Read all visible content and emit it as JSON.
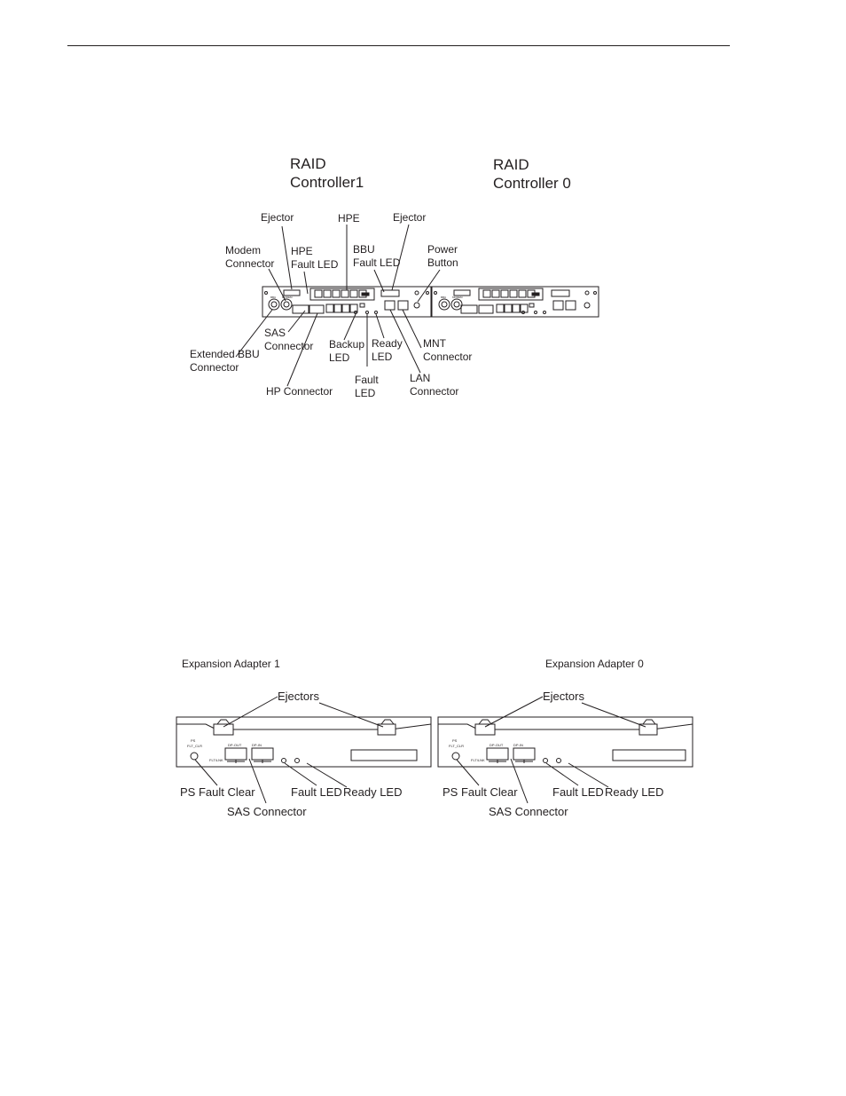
{
  "raid": {
    "controller1_title": "RAID\nController1",
    "controller0_title": "RAID\nController 0",
    "callouts": {
      "ejector_left": "Ejector",
      "hpe": "HPE",
      "ejector_right": "Ejector",
      "modem_connector": "Modem\nConnector",
      "hpe_fault_led": "HPE\nFault LED",
      "bbu_fault_led": "BBU\nFault LED",
      "power_button": "Power\nButton",
      "sas_connector": "SAS\nConnector",
      "extended_bbu_connector": "Extended BBU\nConnector",
      "backup_led": "Backup\nLED",
      "ready_led": "Ready\nLED",
      "mnt_connector": "MNT\nConnector",
      "fault_led": "Fault\nLED",
      "lan_connector": "LAN\nConnector",
      "hp_connector": "HP Connector"
    }
  },
  "expansion": {
    "adapter1_title": "Expansion Adapter 1",
    "adapter0_title": "Expansion Adapter 0",
    "adapter1": {
      "ejectors": "Ejectors",
      "ps_fault_clear": "PS Fault Clear",
      "fault_led": "Fault LED",
      "ready_led": "Ready LED",
      "sas_connector": "SAS Connector"
    },
    "adapter0": {
      "ejectors": "Ejectors",
      "ps_fault_clear": "PS Fault Clear",
      "fault_led": "Fault LED",
      "ready_led": "Ready LED",
      "sas_connector": "SAS Connector"
    }
  }
}
